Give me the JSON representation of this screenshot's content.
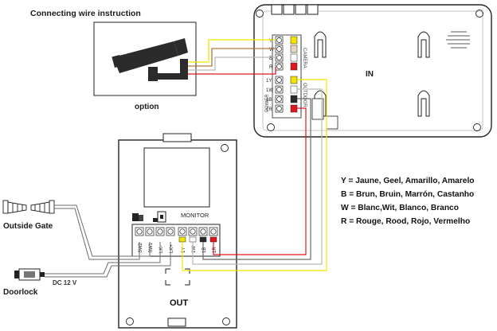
{
  "title": "Connecting wire instruction",
  "camera_label": "option",
  "in_unit": {
    "label": "IN",
    "camera_terminals": [
      "Y",
      "W",
      "B",
      "R"
    ],
    "camera_group_label": "CAMERA",
    "outdoor_terminals": [
      "1Y",
      "1W",
      "1B",
      "1R"
    ],
    "outdoor_group_label": "OUTDOOR",
    "power_label": "POWER"
  },
  "out_unit": {
    "label": "OUT",
    "monitor_label": "MONITOR",
    "terminals": [
      "SW2",
      "SW1",
      "LK-",
      "LK+",
      "1Y",
      "1W",
      "1B",
      "1R"
    ],
    "gate_icon": "gate-icon",
    "lock_icon": "lock-icon"
  },
  "outside_gate_label": "Outside Gate",
  "doorlock_label": "Doorlock",
  "dc_label": "DC 12 V",
  "legend": [
    "Y = Jaune, Geel, Amarillo, Amarelo",
    "B = Brun, Bruin, Marrón, Castanho",
    "W = Blanc,Wit, Blanco, Branco",
    "R = Rouge, Rood, Rojo, Vermelho"
  ],
  "colors": {
    "yellow_wire": "#f2e400",
    "brown_wire": "#b07a3c",
    "white_wire": "#b9b9b9",
    "red_wire": "#e0161d",
    "device_outline": "#2a2a2a",
    "device_fill": "#ffffff"
  }
}
